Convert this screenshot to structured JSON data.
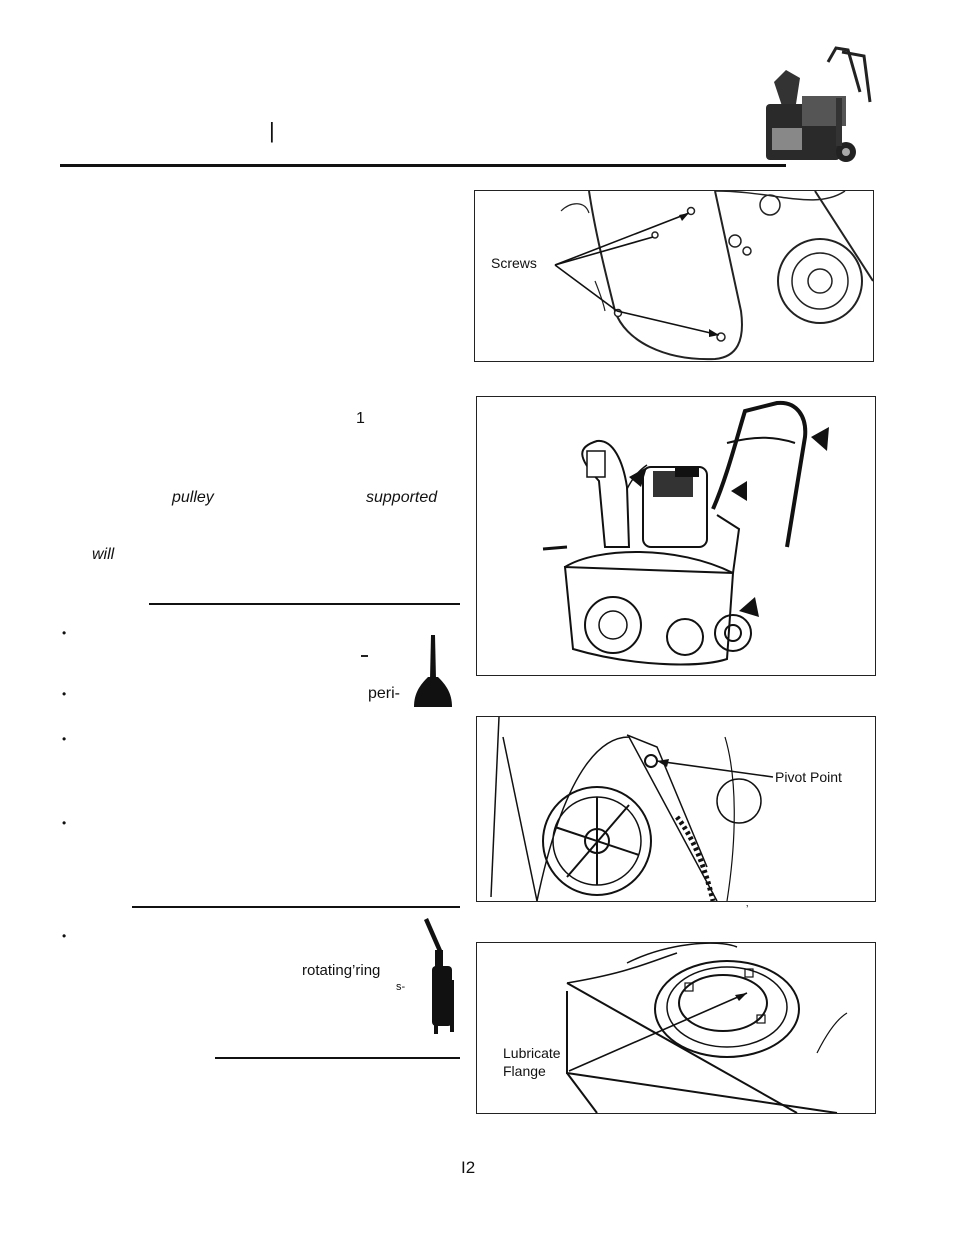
{
  "figures": {
    "screws_label": "Screws",
    "pivot_label": "Pivot Point",
    "lubricate_label_line1": "Lubricate",
    "lubricate_label_line2": "Flange"
  },
  "text_fragments": {
    "header_bar": "|",
    "one": "1",
    "pulley": "pulley",
    "supported": "supported",
    "will": "will",
    "peri": "peri-",
    "rotating_ring": "rotating’ring",
    "s_dash": "s-",
    "tiny_mark": "ʼ"
  },
  "page_number": "I2",
  "icons": [
    "snowblower-photo-icon",
    "oil-can-icon",
    "grease-gun-icon"
  ]
}
